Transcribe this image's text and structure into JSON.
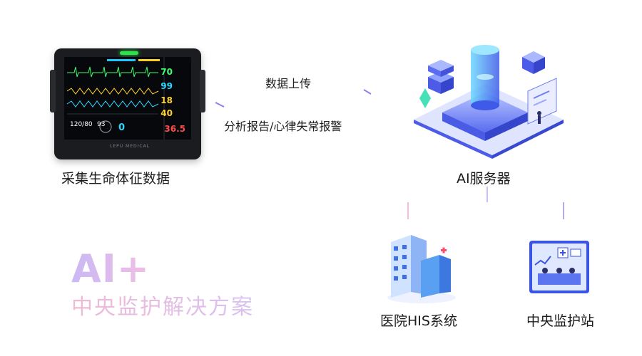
{
  "nodes": {
    "monitor_label": "采集生命体征数据",
    "server_label": "AI服务器",
    "his_label": "医院HIS系统",
    "station_label": "中央监护站"
  },
  "arrows": {
    "upload_label": "数据上传",
    "report_label": "分析报告/心律失常报警"
  },
  "monitor_screen": {
    "values": [
      "70",
      "99",
      "18",
      "40",
      "36.5",
      "0",
      "120/80",
      "93"
    ],
    "brand": "LEPU MEDICAL"
  },
  "banner": {
    "ai_plus": "AI+",
    "solution": "中央监护解决方案"
  },
  "colors": {
    "arrow_top": "#8e7ef0",
    "arrow_bottom": "#f0a7c8",
    "connector_left": "#f2a9cf",
    "connector_right": "#9a8cf0",
    "server_blue": "#4c5ce8"
  }
}
